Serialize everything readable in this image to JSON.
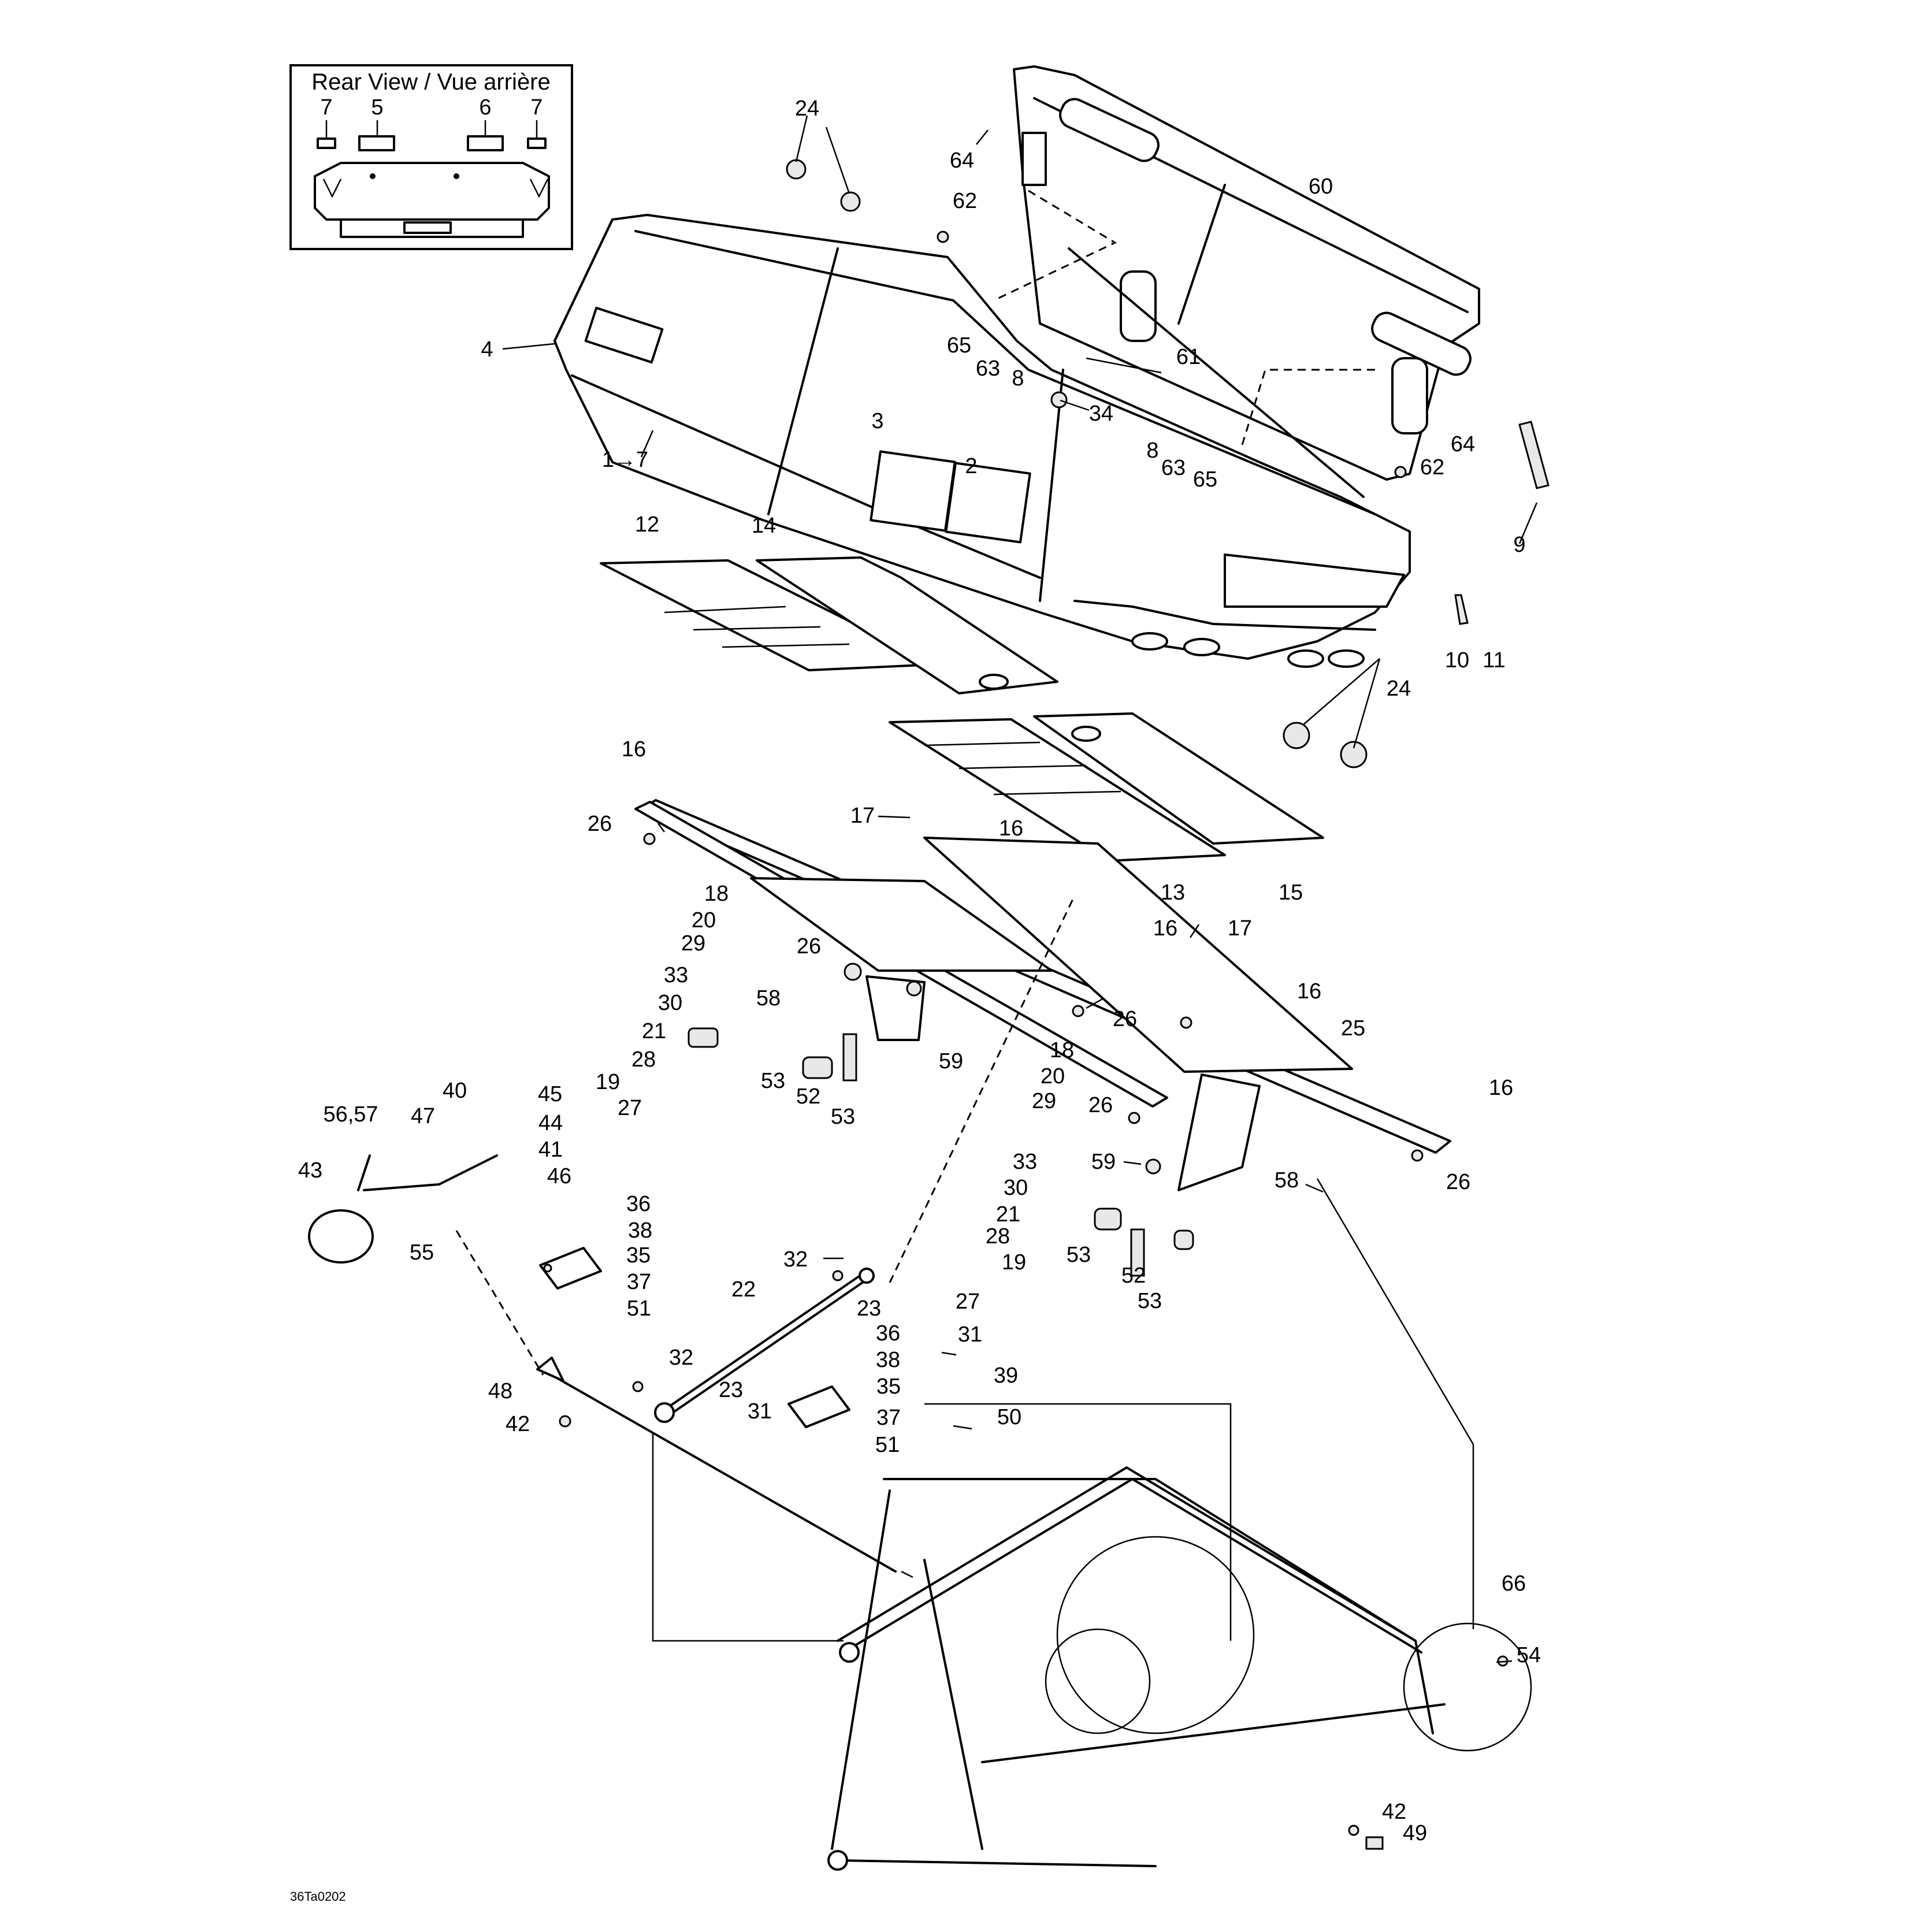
{
  "inset": {
    "title": "Rear View / Vue arrière",
    "labels": [
      "7",
      "5",
      "6",
      "7"
    ]
  },
  "drawing_code": "36Ta0202",
  "callouts": [
    {
      "id": "c24a",
      "text": "24"
    },
    {
      "id": "c64a",
      "text": "64"
    },
    {
      "id": "c62a",
      "text": "62"
    },
    {
      "id": "c60",
      "text": "60"
    },
    {
      "id": "c65a",
      "text": "65"
    },
    {
      "id": "c63a",
      "text": "63"
    },
    {
      "id": "c8a",
      "text": "8"
    },
    {
      "id": "c61",
      "text": "61"
    },
    {
      "id": "c34",
      "text": "34"
    },
    {
      "id": "c8b",
      "text": "8"
    },
    {
      "id": "c63b",
      "text": "63"
    },
    {
      "id": "c65b",
      "text": "65"
    },
    {
      "id": "c64b",
      "text": "64"
    },
    {
      "id": "c62b",
      "text": "62"
    },
    {
      "id": "c9",
      "text": "9"
    },
    {
      "id": "c4",
      "text": "4"
    },
    {
      "id": "c1to7",
      "text": "1→7"
    },
    {
      "id": "c3",
      "text": "3"
    },
    {
      "id": "c2",
      "text": "2"
    },
    {
      "id": "c12",
      "text": "12"
    },
    {
      "id": "c14",
      "text": "14"
    },
    {
      "id": "c10",
      "text": "10"
    },
    {
      "id": "c11",
      "text": "11"
    },
    {
      "id": "c24b",
      "text": "24"
    },
    {
      "id": "c16a",
      "text": "16"
    },
    {
      "id": "c26a",
      "text": "26"
    },
    {
      "id": "c17a",
      "text": "17"
    },
    {
      "id": "c16b",
      "text": "16"
    },
    {
      "id": "c13",
      "text": "13"
    },
    {
      "id": "c15",
      "text": "15"
    },
    {
      "id": "c18a",
      "text": "18"
    },
    {
      "id": "c20a",
      "text": "20"
    },
    {
      "id": "c29a",
      "text": "29"
    },
    {
      "id": "c26b",
      "text": "26"
    },
    {
      "id": "c16c",
      "text": "16"
    },
    {
      "id": "c17b",
      "text": "17"
    },
    {
      "id": "c33a",
      "text": "33"
    },
    {
      "id": "c30a",
      "text": "30"
    },
    {
      "id": "c58a",
      "text": "58"
    },
    {
      "id": "c16d",
      "text": "16"
    },
    {
      "id": "c21a",
      "text": "21"
    },
    {
      "id": "c26c",
      "text": "26"
    },
    {
      "id": "c25",
      "text": "25"
    },
    {
      "id": "c28a",
      "text": "28"
    },
    {
      "id": "c59a",
      "text": "59"
    },
    {
      "id": "c19a",
      "text": "19"
    },
    {
      "id": "c53a",
      "text": "53"
    },
    {
      "id": "c52a",
      "text": "52"
    },
    {
      "id": "c53b",
      "text": "53"
    },
    {
      "id": "c18b",
      "text": "18"
    },
    {
      "id": "c20b",
      "text": "20"
    },
    {
      "id": "c29b",
      "text": "29"
    },
    {
      "id": "c26d",
      "text": "26"
    },
    {
      "id": "c16e",
      "text": "16"
    },
    {
      "id": "c27a",
      "text": "27"
    },
    {
      "id": "c40",
      "text": "40"
    },
    {
      "id": "c45",
      "text": "45"
    },
    {
      "id": "c44",
      "text": "44"
    },
    {
      "id": "c41",
      "text": "41"
    },
    {
      "id": "c46",
      "text": "46"
    },
    {
      "id": "c5657",
      "text": "56,57"
    },
    {
      "id": "c47",
      "text": "47"
    },
    {
      "id": "c43",
      "text": "43"
    },
    {
      "id": "c33b",
      "text": "33"
    },
    {
      "id": "c30b",
      "text": "30"
    },
    {
      "id": "c59b",
      "text": "59"
    },
    {
      "id": "c58b",
      "text": "58"
    },
    {
      "id": "c26e",
      "text": "26"
    },
    {
      "id": "c21b",
      "text": "21"
    },
    {
      "id": "c28b",
      "text": "28"
    },
    {
      "id": "c19b",
      "text": "19"
    },
    {
      "id": "c36a",
      "text": "36"
    },
    {
      "id": "c38a",
      "text": "38"
    },
    {
      "id": "c55",
      "text": "55"
    },
    {
      "id": "c35a",
      "text": "35"
    },
    {
      "id": "c37a",
      "text": "37"
    },
    {
      "id": "c51a",
      "text": "51"
    },
    {
      "id": "c32a",
      "text": "32"
    },
    {
      "id": "c23a",
      "text": "23"
    },
    {
      "id": "c27b",
      "text": "27"
    },
    {
      "id": "c53c",
      "text": "53"
    },
    {
      "id": "c52b",
      "text": "52"
    },
    {
      "id": "c53d",
      "text": "53"
    },
    {
      "id": "c22",
      "text": "22"
    },
    {
      "id": "c31a",
      "text": "31"
    },
    {
      "id": "c36b",
      "text": "36"
    },
    {
      "id": "c38b",
      "text": "38"
    },
    {
      "id": "c39",
      "text": "39"
    },
    {
      "id": "c32b",
      "text": "32"
    },
    {
      "id": "c35b",
      "text": "35"
    },
    {
      "id": "c48",
      "text": "48"
    },
    {
      "id": "c23b",
      "text": "23"
    },
    {
      "id": "c31b",
      "text": "31"
    },
    {
      "id": "c37b",
      "text": "37"
    },
    {
      "id": "c50",
      "text": "50"
    },
    {
      "id": "c42a",
      "text": "42"
    },
    {
      "id": "c51b",
      "text": "51"
    },
    {
      "id": "c66",
      "text": "66"
    },
    {
      "id": "c54",
      "text": "54"
    },
    {
      "id": "c42b",
      "text": "42"
    },
    {
      "id": "c49",
      "text": "49"
    }
  ]
}
